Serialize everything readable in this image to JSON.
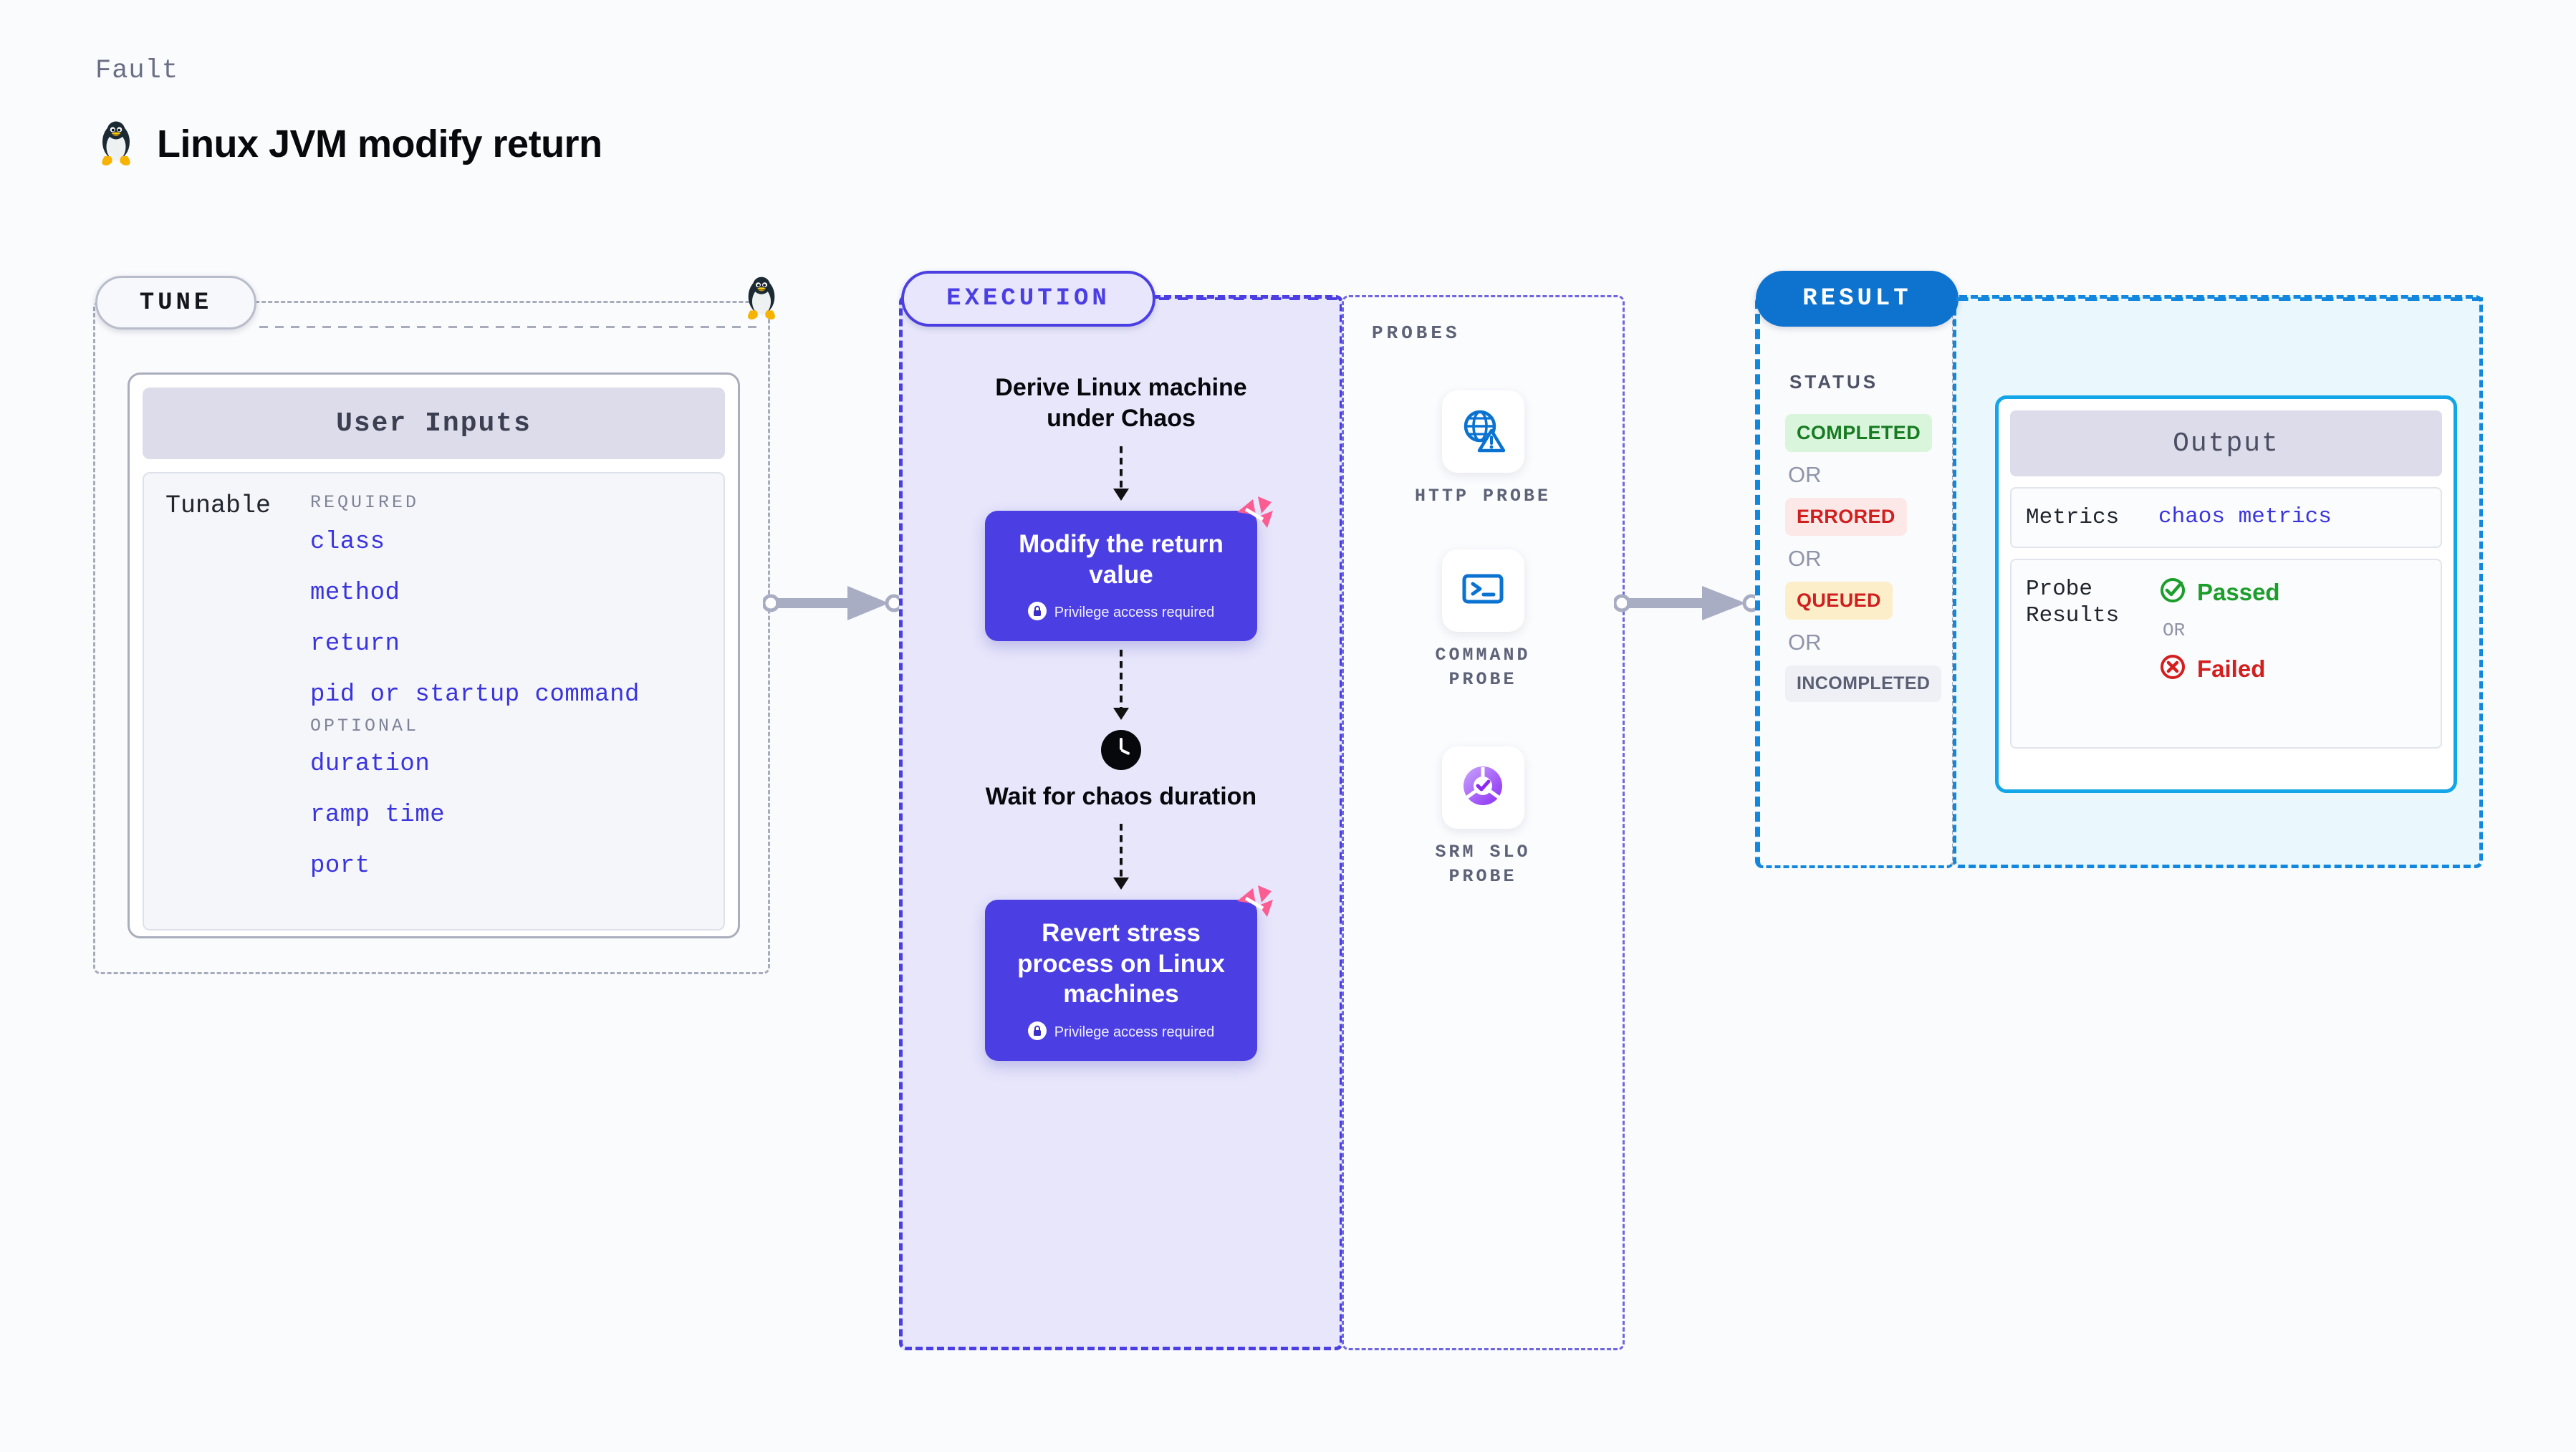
{
  "header": {
    "eyebrow": "Fault",
    "title": "Linux JVM modify return",
    "icon": "tux-penguin-icon"
  },
  "tune": {
    "badge": "TUNE",
    "card_title": "User Inputs",
    "tunable_label": "Tunable",
    "groups": [
      {
        "name": "REQUIRED",
        "items": [
          "class",
          "method",
          "return",
          "pid or startup command"
        ]
      },
      {
        "name": "OPTIONAL",
        "items": [
          "duration",
          "ramp time",
          "port"
        ]
      }
    ],
    "edge_icon": "tux-penguin-icon"
  },
  "execution": {
    "badge": "EXECUTION",
    "steps": [
      {
        "type": "text",
        "label": "Derive Linux machine under Chaos"
      },
      {
        "type": "card",
        "label": "Modify the return value",
        "privilege": "Privilege access required",
        "ribbon": "litmus-logo-icon"
      },
      {
        "type": "wait",
        "icon": "clock-icon",
        "label": "Wait for chaos duration"
      },
      {
        "type": "card",
        "label": "Revert stress process on Linux machines",
        "privilege": "Privilege access required",
        "ribbon": "litmus-logo-icon"
      }
    ]
  },
  "probes": {
    "title": "PROBES",
    "items": [
      {
        "name": "HTTP PROBE",
        "icon": "globe-warning-icon"
      },
      {
        "name": "COMMAND PROBE",
        "icon": "terminal-icon"
      },
      {
        "name": "SRM SLO PROBE",
        "icon": "slo-donut-check-icon"
      }
    ]
  },
  "result": {
    "badge": "RESULT",
    "status_title": "STATUS",
    "or_label": "OR",
    "statuses": [
      "COMPLETED",
      "ERRORED",
      "QUEUED",
      "INCOMPLETED"
    ]
  },
  "output": {
    "title": "Output",
    "metrics_key": "Metrics",
    "metrics_value": "chaos metrics",
    "probe_results_key": "Probe Results",
    "passed_label": "Passed",
    "failed_label": "Failed",
    "or_label": "OR",
    "passed_icon": "check-circle-icon",
    "failed_icon": "x-circle-icon"
  },
  "colors": {
    "accent_purple": "#4b3fe4",
    "accent_blue": "#0d73cf",
    "accent_cyan": "#12a5e8",
    "ribbon_pink": "#fb5c92",
    "success_green": "#1c9e2b",
    "error_red": "#d41f1f",
    "warn_amber": "#fceec8",
    "tunable_blue": "#3a34dd"
  }
}
